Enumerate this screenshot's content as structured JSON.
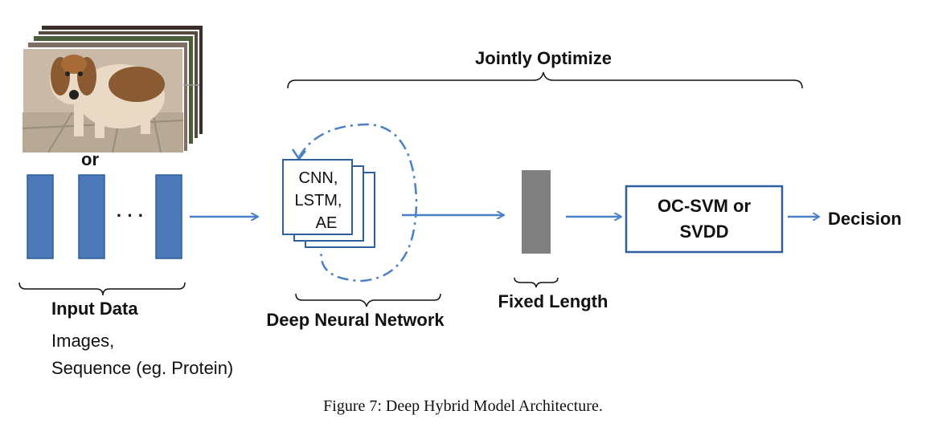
{
  "diagram": {
    "top_label": "Jointly Optimize",
    "input": {
      "or_label": "or",
      "ellipsis": "· · ·",
      "title": "Input Data",
      "desc_line1": "Images,",
      "desc_line2": "Sequence (eg. Protein)",
      "photo": "dog-photo-stack"
    },
    "network": {
      "line1": "CNN,",
      "line2": "LSTM,",
      "line3": "AE",
      "title": "Deep Neural Network"
    },
    "feature": {
      "title": "Fixed Length"
    },
    "classifier": {
      "line1": "OC-SVM or",
      "line2": "SVDD"
    },
    "output": {
      "label": "Decision"
    },
    "caption": "Figure 7: Deep Hybrid Model Architecture.",
    "colors": {
      "blue_fill": "#4a78b8",
      "blue_stroke": "#2f5f9e",
      "arrow": "#4a80c4",
      "gray_bar": "#808080",
      "text": "#111111"
    }
  }
}
